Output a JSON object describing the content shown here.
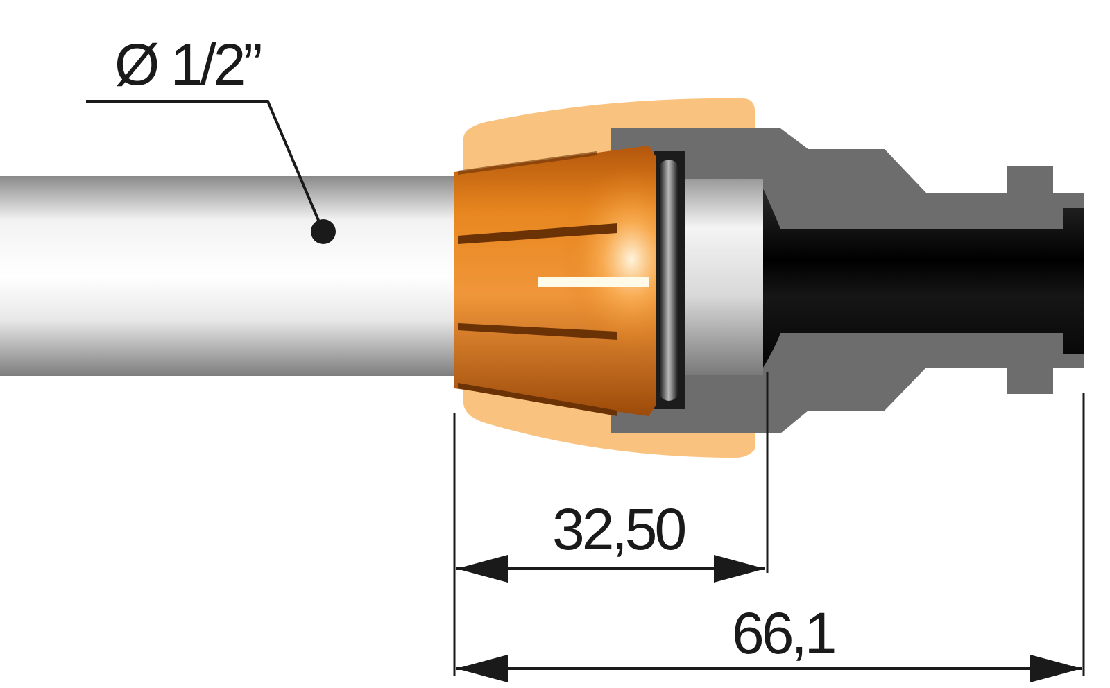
{
  "diameter_label": "Ø 1/2”",
  "dimension_inner": "32,50",
  "dimension_overall": "66,1",
  "colors": {
    "pipe": "#c8c8c9",
    "collet": "#e07a12",
    "collet_glow": "#f9c27e",
    "body": "#6d6d6e",
    "bore": "#0c0c0c",
    "line": "#1a1a1a"
  }
}
